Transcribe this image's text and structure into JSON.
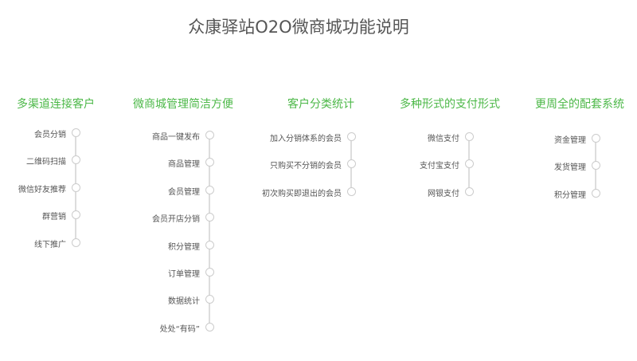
{
  "title": "众康驿站O2O微商城功能说明",
  "accent": "#4cb848",
  "columns": [
    {
      "heading": "多渠道连接客户",
      "items": [
        "会员分销",
        "二维码扫描",
        "微信好友推荐",
        "群营销",
        "线下推广"
      ]
    },
    {
      "heading": "微商城管理简洁方便",
      "items": [
        "商品一键发布",
        "商品管理",
        "会员管理",
        "会员开店分销",
        "积分管理",
        "订单管理",
        "数据统计",
        "处处“有码”"
      ]
    },
    {
      "heading": "客户分类统计",
      "items": [
        "加入分销体系的会员",
        "只购买不分销的会员",
        "初次购买即退出的会员"
      ]
    },
    {
      "heading": "多种形式的支付形式",
      "items": [
        "微信支付",
        "支付宝支付",
        "网银支付"
      ]
    },
    {
      "heading": "更周全的配套系统",
      "items": [
        "资金管理",
        "发货管理",
        "积分管理"
      ]
    }
  ]
}
